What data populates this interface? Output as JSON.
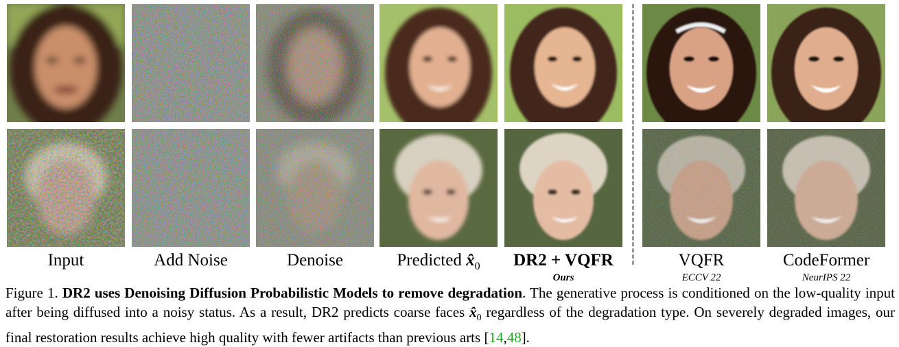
{
  "figure": {
    "columns": [
      {
        "label": "Input",
        "sub": ""
      },
      {
        "label": "Add Noise",
        "sub": ""
      },
      {
        "label": "Denoise",
        "sub": ""
      },
      {
        "label": "Predicted",
        "label_math": "x̂",
        "label_sub": "0",
        "sub": ""
      },
      {
        "label": "DR2 + VQFR",
        "sub": "Ours"
      },
      {
        "label": "VQFR",
        "sub": "ECCV 22"
      },
      {
        "label": "CodeFormer",
        "sub": "NeurIPS 22"
      }
    ],
    "rows": [
      "girl-face",
      "woman-face"
    ]
  },
  "caption": {
    "prefix": "Figure 1.",
    "bold": "DR2 uses Denoising Diffusion Probabilistic Models to remove degradation",
    "text1": ". The generative process is conditioned on the low-quality input after being diffused into a noisy status. As a result, DR2 predicts coarse faces",
    "math": "x̂",
    "math_sub": "0",
    "text2": "regardless of the degradation type. On severely degraded images, our final restoration results achieve high quality with fewer artifacts than previous arts [",
    "cite1": "14",
    "cite_sep": ",",
    "cite2": "48",
    "text3": "]."
  }
}
